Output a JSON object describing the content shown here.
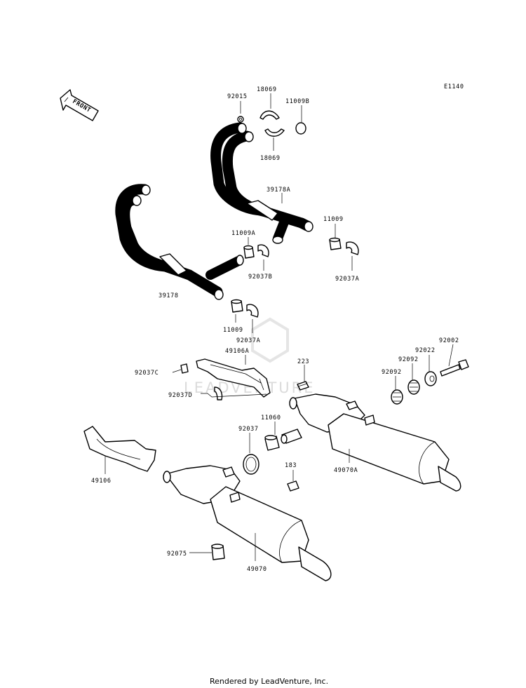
{
  "diagram_code": "E1140",
  "front_label": "FRONT",
  "watermark": "LEADVENTURE",
  "footer": "Rendered by LeadVenture, Inc.",
  "parts": {
    "p92015": "92015",
    "p18069_top": "18069",
    "p11009b": "11009B",
    "p18069_bot": "18069",
    "p39178a": "39178A",
    "p11009_r": "11009",
    "p11009a": "11009A",
    "p92037b": "92037B",
    "p92037a_r": "92037A",
    "p39178": "39178",
    "p11009_l": "11009",
    "p92037a_l": "92037A",
    "p49106a": "49106A",
    "p92037c": "92037C",
    "p223": "223",
    "p92037d": "92037D",
    "p92002": "92002",
    "p92022": "92022",
    "p92092_a": "92092",
    "p92092_b": "92092",
    "p11060": "11060",
    "p92037": "92037",
    "p183": "183",
    "p49070a": "49070A",
    "p49106": "49106",
    "p92075": "92075",
    "p49070": "49070"
  }
}
